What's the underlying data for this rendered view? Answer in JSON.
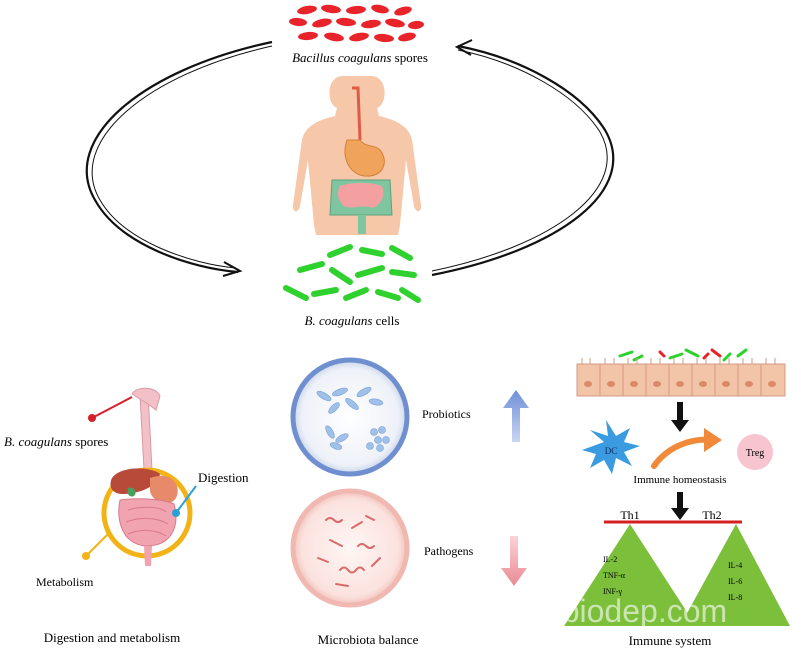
{
  "cycle": {
    "spores_label_italic": "Bacillus coagulans",
    "spores_label_rest": " spores",
    "cells_label_italic": "B. coagulans",
    "cells_label_rest": " cells"
  },
  "digestion_panel": {
    "spores_label_italic": "B. coagulans",
    "spores_label_rest": " spores",
    "digestion_label": "Digestion",
    "metabolism_label": "Metabolism",
    "caption": "Digestion and metabolism"
  },
  "microbiota_panel": {
    "probiotics_label": "Probiotics",
    "pathogens_label": "Pathogens",
    "caption": "Microbiota balance"
  },
  "immune_panel": {
    "dc_label": "DC",
    "treg_label": "Treg",
    "homeostasis_label": "Immune homeostasis",
    "th1_label": "Th1",
    "th2_label": "Th2",
    "th1_cytokines": [
      "IL-2",
      "TNF-α",
      "INF-γ"
    ],
    "th2_cytokines": [
      "IL-4",
      "IL-6",
      "IL-8"
    ],
    "caption": "Immune system"
  },
  "watermark": "it.biodep.com",
  "colors": {
    "spore_red": "#e8242a",
    "cell_green": "#2ed12e",
    "arrow_up_blue": "#8fa8e0",
    "arrow_down_pink": "#f0a0a8",
    "triangle_green": "#7cbf3a",
    "th_line_red": "#d62020",
    "ring_yellow": "#f2b318"
  }
}
